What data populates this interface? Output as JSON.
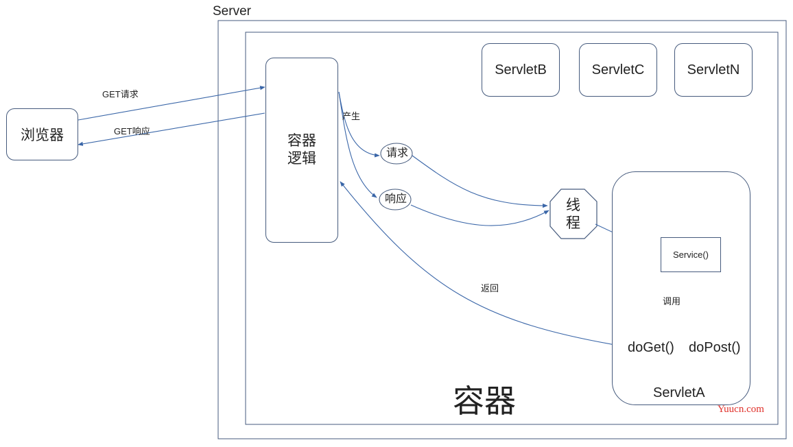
{
  "server": {
    "title": "Server"
  },
  "container": {
    "title": "容器"
  },
  "browser": {
    "label": "浏览器"
  },
  "container_logic": {
    "line1": "容器",
    "line2": "逻辑"
  },
  "servlets": {
    "b": "ServletB",
    "c": "ServletC",
    "n": "ServletN",
    "a": "ServletA"
  },
  "request_node": {
    "label": "请求"
  },
  "response_node": {
    "label": "响应"
  },
  "thread_node": {
    "line1": "线",
    "line2": "程"
  },
  "service_box": {
    "label": "Service()"
  },
  "methods": {
    "doget": "doGet()",
    "dopost": "doPost()"
  },
  "edge_labels": {
    "get_request": "GET请求",
    "get_response": "GET响应",
    "produce": "产生",
    "return": "返回",
    "invoke": "调用"
  },
  "watermark": {
    "text": "Yuucn.com"
  },
  "colors": {
    "line": "#3a66a8",
    "border": "#44597c",
    "watermark": "#e0302a"
  }
}
